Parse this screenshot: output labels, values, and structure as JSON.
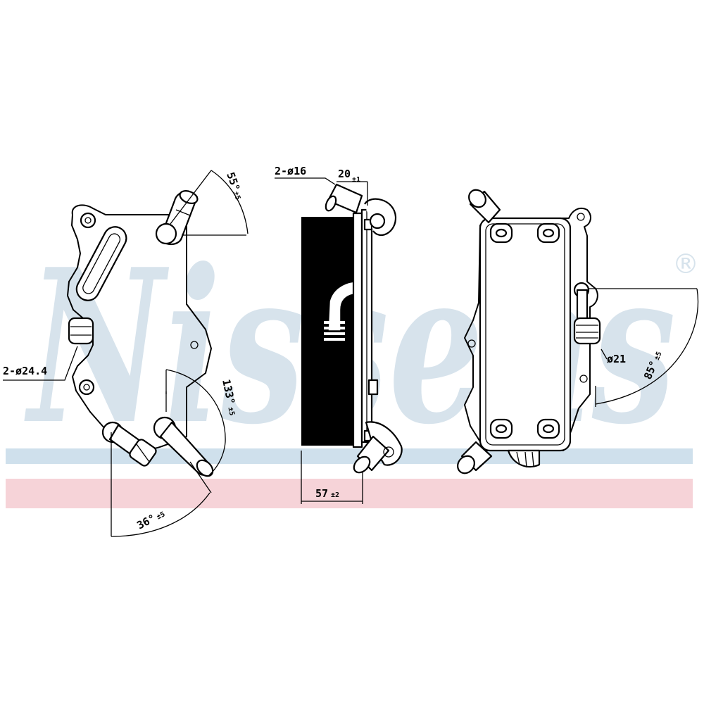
{
  "watermark": {
    "brand": "Nissens",
    "registered_mark": "®",
    "colors": {
      "text": "#d7e3ec",
      "band_blue": "#cfe0ec",
      "band_pink": "#f6d3d8"
    }
  },
  "dimensions": {
    "left_view": {
      "port_diameter": "2-ø24.4",
      "angle_top": "55°",
      "angle_top_tol": "±5",
      "angle_mid": "133°",
      "angle_mid_tol": "±5",
      "angle_bottom": "36°",
      "angle_bottom_tol": "±5"
    },
    "side_view": {
      "port_diameter": "2-ø16",
      "port_length": "20",
      "port_length_tol": "±1",
      "depth": "57",
      "depth_tol": "±2"
    },
    "right_view": {
      "port_diameter": "ø21",
      "angle": "85°",
      "angle_tol": "±5"
    }
  }
}
